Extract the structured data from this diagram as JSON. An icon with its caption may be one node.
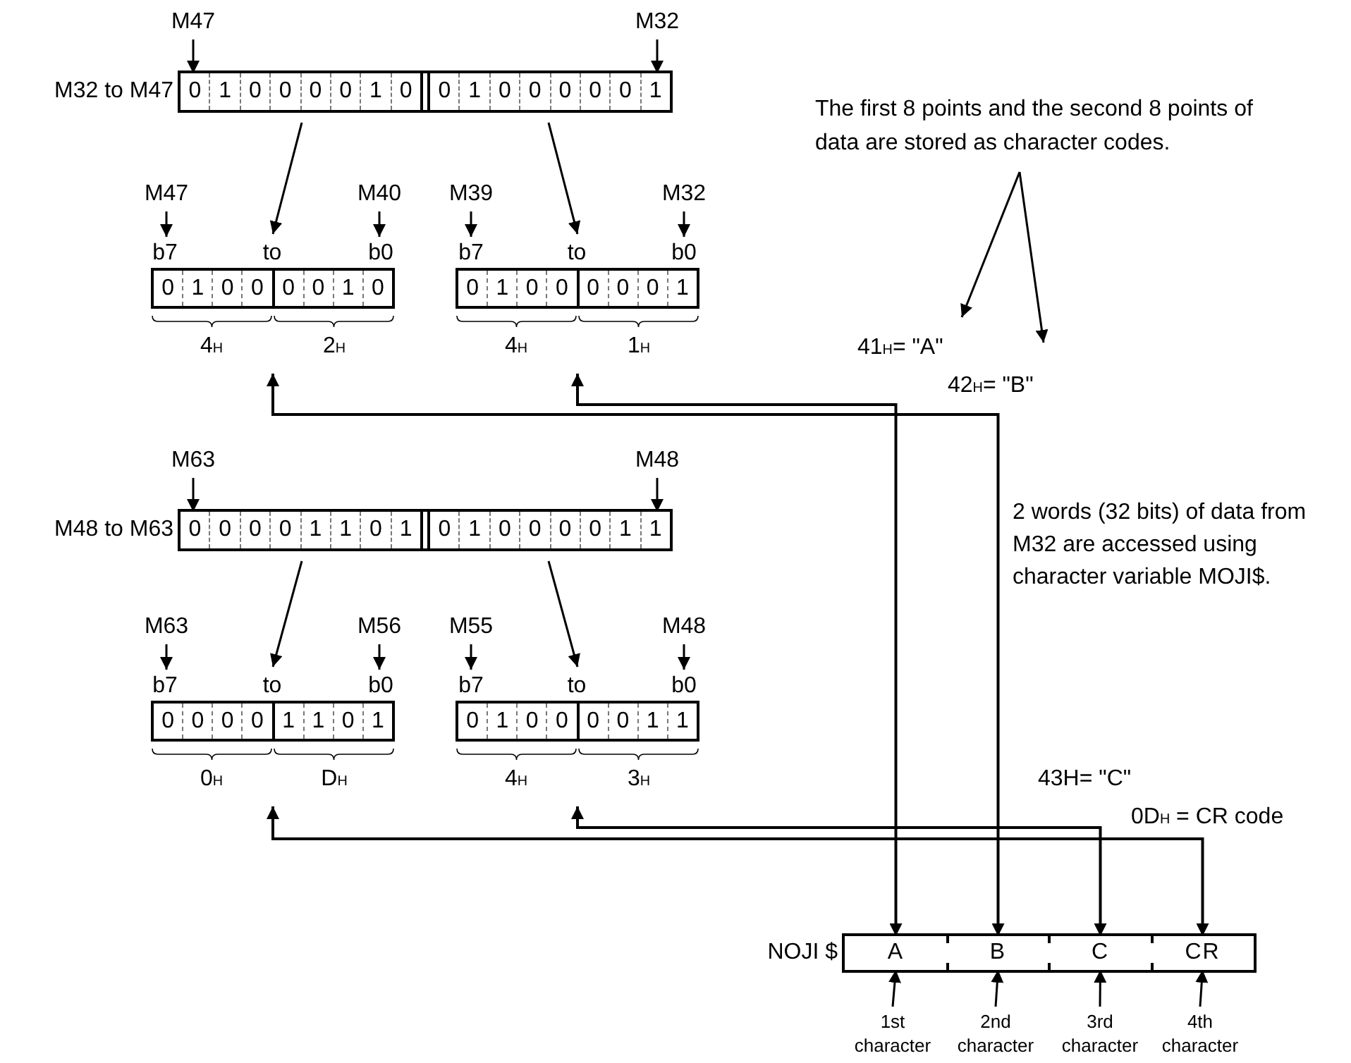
{
  "diagram": {
    "nodes": [
      {
        "text": [
          "M32 to M47"
        ]
      },
      {
        "text": [
          "0",
          "1",
          "0",
          "0",
          "0",
          "0",
          "1",
          "0"
        ],
        "in": 0
      },
      {
        "text": [
          "0",
          "1",
          "0",
          "0",
          "0",
          "0",
          "0",
          "1"
        ],
        "in": 0
      },
      {
        "text": [
          "M47"
        ]
      },
      {
        "text": [
          "M32"
        ]
      },
      {
        "text": [
          "0",
          "1",
          "0",
          "0",
          "0",
          "0",
          "1",
          "0"
        ]
      },
      {
        "text": [
          "M47"
        ]
      },
      {
        "text": [
          "M40"
        ]
      },
      {
        "text": [
          "0",
          "1",
          "0",
          "0",
          "0",
          "0",
          "0",
          "1"
        ]
      },
      {
        "text": [
          "M39"
        ]
      },
      {
        "text": [
          "M32"
        ]
      },
      {
        "text": [
          "M48 to M63"
        ]
      },
      {
        "text": [
          "0",
          "0",
          "0",
          "0",
          "1",
          "1",
          "0",
          "1"
        ],
        "in": 11
      },
      {
        "text": [
          "0",
          "1",
          "0",
          "0",
          "0",
          "0",
          "1",
          "1"
        ],
        "in": 11
      },
      {
        "text": [
          "M63"
        ]
      },
      {
        "text": [
          "M48"
        ]
      },
      {
        "text": [
          "0",
          "0",
          "0",
          "0",
          "1",
          "1",
          "0",
          "1"
        ]
      },
      {
        "text": [
          "M63"
        ]
      },
      {
        "text": [
          "M56"
        ]
      },
      {
        "text": [
          "0",
          "1",
          "0",
          "0",
          "0",
          "0",
          "1",
          "1"
        ]
      },
      {
        "text": [
          "M55"
        ]
      },
      {
        "text": [
          "M48"
        ]
      },
      {
        "text": [
          "The first 8 points and the second 8 points of data are stored as character codes."
        ]
      },
      {
        "text": [
          "41$_{H}$= \"A\""
        ]
      },
      {
        "text": [
          "42$_{H}$= \"B\""
        ]
      },
      {
        "text": [
          "NOJI $"
        ]
      },
      {
        "text": [
          "A"
        ],
        "in": 25
      },
      {
        "text": [
          "B"
        ],
        "in": 25
      },
      {
        "text": [
          "C"
        ],
        "in": 25
      },
      {
        "text": [
          "CR"
        ],
        "in": 25
      },
      {
        "text": [
          "1st character"
        ]
      },
      {
        "text": [
          "2nd character"
        ]
      },
      {
        "text": [
          "3rd character"
        ]
      },
      {
        "text": [
          "4th character"
        ]
      }
    ],
    "edges": [
      {
        "from": 3,
        "to": 1,
        "arrow": "to"
      },
      {
        "from": 4,
        "to": 2,
        "arrow": "to"
      },
      {
        "from": 1,
        "to": 5,
        "arrow": "to"
      },
      {
        "from": 2,
        "to": 8,
        "arrow": "to"
      },
      {
        "from": 6,
        "to": 5,
        "arrow": "to"
      },
      {
        "from": 7,
        "to": 5,
        "arrow": "to"
      },
      {
        "from": 9,
        "to": 8,
        "arrow": "to"
      },
      {
        "from": 10,
        "to": 8,
        "arrow": "to"
      },
      {
        "from": 14,
        "to": 12,
        "arrow": "to"
      },
      {
        "from": 15,
        "to": 13,
        "arrow": "to"
      },
      {
        "from": 12,
        "to": 16,
        "arrow": "to"
      },
      {
        "from": 13,
        "to": 19,
        "arrow": "to"
      },
      {
        "from": 17,
        "to": 16,
        "arrow": "to"
      },
      {
        "from": 18,
        "to": 16,
        "arrow": "to"
      },
      {
        "from": 20,
        "to": 19,
        "arrow": "to"
      },
      {
        "from": 21,
        "to": 19,
        "arrow": "to"
      },
      {
        "from": 22,
        "to": 23,
        "arrow": "to"
      },
      {
        "from": 22,
        "to": 24,
        "arrow": "to"
      },
      {
        "from": 26,
        "to": 8,
        "arrow": "both"
      },
      {
        "from": 27,
        "to": 5,
        "arrow": "both"
      },
      {
        "from": 28,
        "to": 19,
        "arrow": "both"
      },
      {
        "from": 29,
        "to": 16,
        "arrow": "both"
      },
      {
        "from": 30,
        "to": 26,
        "arrow": "to"
      },
      {
        "from": 31,
        "to": 27,
        "arrow": "to"
      },
      {
        "from": 32,
        "to": 28,
        "arrow": "to"
      },
      {
        "from": 33,
        "to": 29,
        "arrow": "to"
      }
    ],
    "labels": [
      "b7",
      "to",
      "b0",
      "b7",
      "to",
      "b0",
      "4$_{H}$",
      "2$_{H}$",
      "4$_{H}$",
      "1$_{H}$",
      "2 words (32 bits) of data from M32 are accessed using character variable MOJI$.",
      "b7",
      "to",
      "b0",
      "b7",
      "to",
      "b0",
      "0$_{H}$",
      "D$_{H}$",
      "4$_{H}$",
      "3$_{H}$",
      "43H= \"C\"",
      "0D$_{H}$ = CR code"
    ]
  }
}
